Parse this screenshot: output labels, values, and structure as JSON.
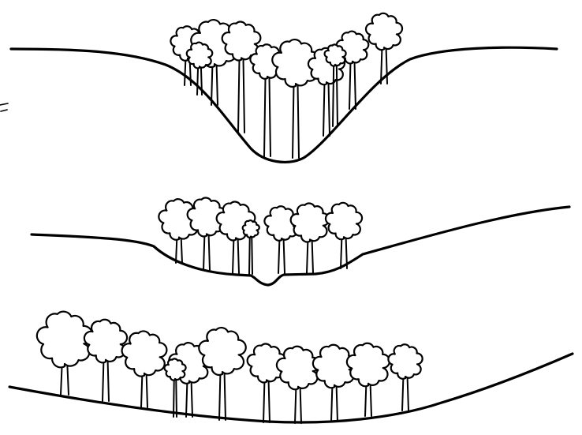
{
  "diagram": {
    "panels": [
      {
        "id": "top",
        "landform": "deep-v-shaped-valley",
        "tree_count": 10
      },
      {
        "id": "middle",
        "landform": "shallow-valley-with-stream-notch",
        "tree_count": 7
      },
      {
        "id": "bottom",
        "landform": "broad-gentle-valley",
        "tree_count": 11
      }
    ],
    "colors": {
      "ink": "#000000",
      "paper": "#ffffff"
    },
    "icon": "margin-tick-mark"
  }
}
